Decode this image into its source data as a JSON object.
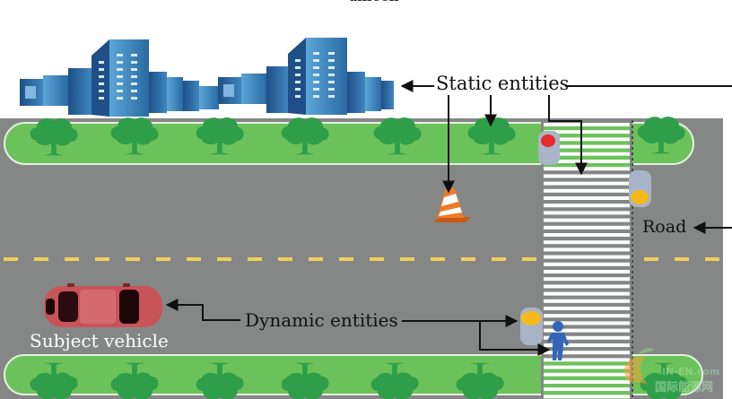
{
  "figure": {
    "top_cutoff_text": "diffeeff",
    "labels": {
      "static_entities": "Static entities",
      "road": "Road",
      "dynamic_entities": "Dynamic entities",
      "subject_vehicle": "Subject vehicle"
    },
    "entities": {
      "static": [
        "buildings",
        "roadside trees",
        "traffic cone",
        "crosswalk",
        "traffic lights"
      ],
      "dynamic": [
        "subject vehicle",
        "traffic light state",
        "pedestrian"
      ]
    },
    "traffic_lights": [
      {
        "position": "top-left of crosswalk",
        "state": "red"
      },
      {
        "position": "right of crosswalk",
        "state": "yellow"
      },
      {
        "position": "bottom-left of crosswalk",
        "state": "yellow"
      }
    ],
    "watermark": "IN-EN.com 国际能源网",
    "colors": {
      "road": "#858787",
      "median_green": "#6cc25a",
      "tree_green": "#2f9e48",
      "lane_dash": "#f2cf5a",
      "crosswalk_stripe": "#ffffff",
      "building_blue": "#3f86c0",
      "car_red": "#c8545a",
      "cone_orange": "#f07a26",
      "pedestrian_blue": "#3565b8",
      "light_red": "#e62b2b",
      "light_yellow": "#f6b91b",
      "light_body": "#a9b4c6",
      "arrow": "#111111"
    }
  }
}
